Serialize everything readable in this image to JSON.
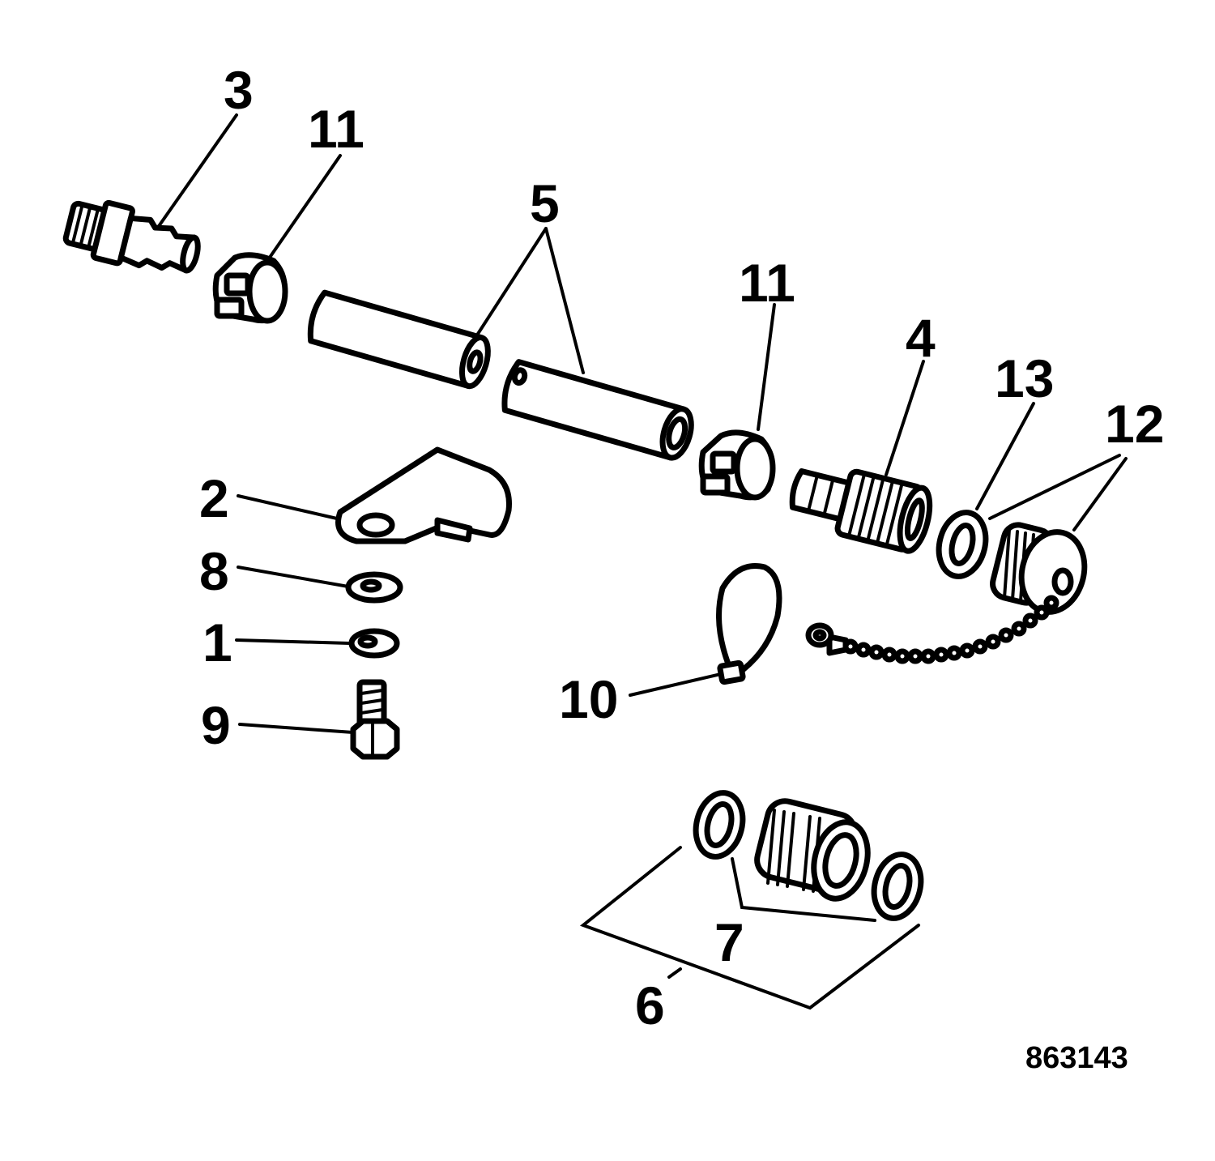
{
  "callouts": {
    "c3": "3",
    "c11a": "11",
    "c5": "5",
    "c11b": "11",
    "c4": "4",
    "c13": "13",
    "c12": "12",
    "c2": "2",
    "c8": "8",
    "c1": "1",
    "c9": "9",
    "c10": "10",
    "c7": "7",
    "c6": "6"
  },
  "figure_number": "863143"
}
